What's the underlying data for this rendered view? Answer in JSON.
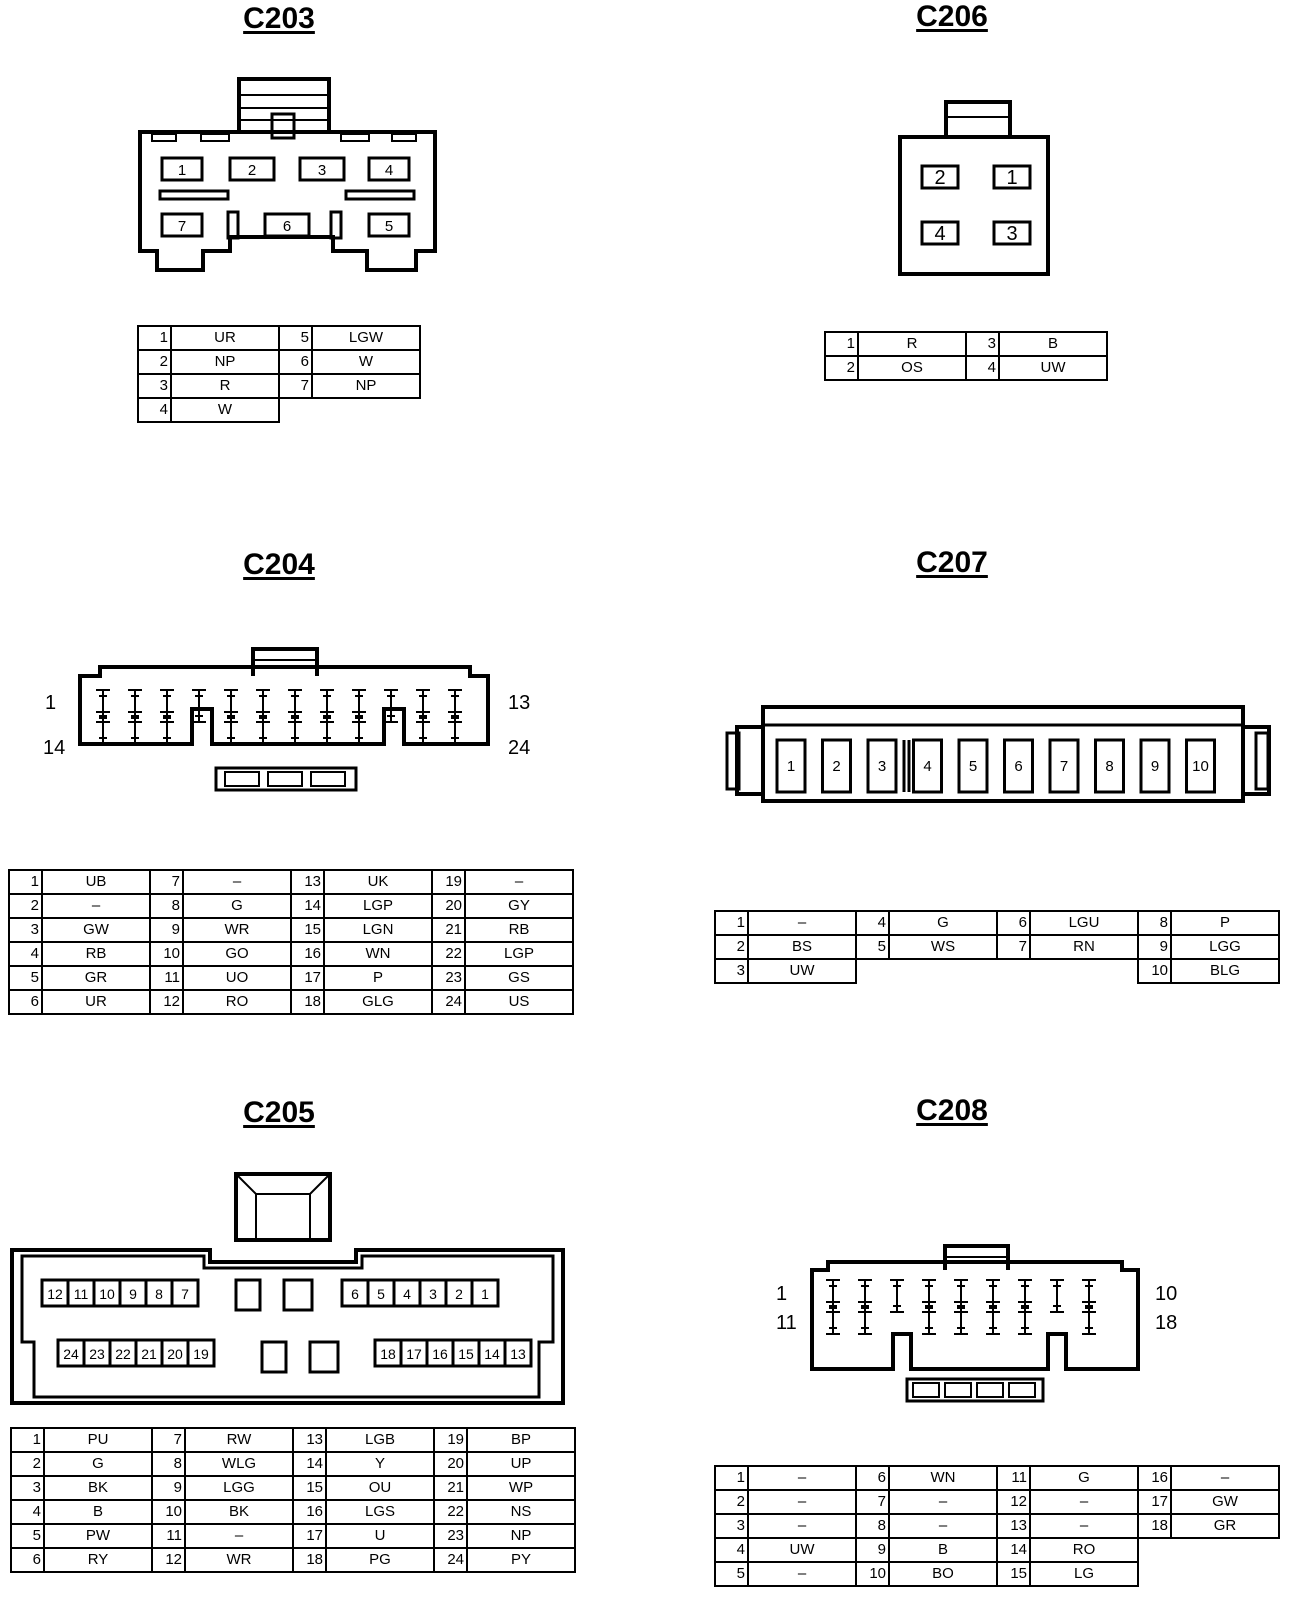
{
  "connectors": {
    "c203": {
      "title": "C203",
      "pins": [
        [
          "1",
          "UR",
          "5",
          "LGW"
        ],
        [
          "2",
          "NP",
          "6",
          "W"
        ],
        [
          "3",
          "R",
          "7",
          "NP"
        ],
        [
          "4",
          "W",
          "",
          ""
        ]
      ],
      "face": [
        "1",
        "2",
        "3",
        "4",
        "7",
        "6",
        "5"
      ]
    },
    "c206": {
      "title": "C206",
      "pins": [
        [
          "1",
          "R",
          "3",
          "B"
        ],
        [
          "2",
          "OS",
          "4",
          "UW"
        ]
      ],
      "face": [
        "2",
        "1",
        "4",
        "3"
      ]
    },
    "c204": {
      "title": "C204",
      "side": [
        "1",
        "14",
        "13",
        "24"
      ],
      "pins": [
        [
          "1",
          "UB",
          "7",
          "–",
          "13",
          "UK",
          "19",
          "–"
        ],
        [
          "2",
          "–",
          "8",
          "G",
          "14",
          "LGP",
          "20",
          "GY"
        ],
        [
          "3",
          "GW",
          "9",
          "WR",
          "15",
          "LGN",
          "21",
          "RB"
        ],
        [
          "4",
          "RB",
          "10",
          "GO",
          "16",
          "WN",
          "22",
          "LGP"
        ],
        [
          "5",
          "GR",
          "11",
          "UO",
          "17",
          "P",
          "23",
          "GS"
        ],
        [
          "6",
          "UR",
          "12",
          "RO",
          "18",
          "GLG",
          "24",
          "US"
        ]
      ]
    },
    "c207": {
      "title": "C207",
      "face": [
        "1",
        "2",
        "3",
        "4",
        "5",
        "6",
        "7",
        "8",
        "9",
        "10"
      ],
      "pins": [
        [
          "1",
          "–",
          "4",
          "G",
          "6",
          "LGU",
          "8",
          "P"
        ],
        [
          "2",
          "BS",
          "5",
          "WS",
          "7",
          "RN",
          "9",
          "LGG"
        ],
        [
          "3",
          "UW",
          "",
          "",
          "",
          "",
          "10",
          "BLG"
        ]
      ]
    },
    "c205": {
      "title": "C205",
      "face_top_left": [
        "12",
        "11",
        "10",
        "9",
        "8",
        "7"
      ],
      "face_top_right": [
        "6",
        "5",
        "4",
        "3",
        "2",
        "1"
      ],
      "face_bottom_left": [
        "24",
        "23",
        "22",
        "21",
        "20",
        "19"
      ],
      "face_bottom_right": [
        "18",
        "17",
        "16",
        "15",
        "14",
        "13"
      ],
      "pins": [
        [
          "1",
          "PU",
          "7",
          "RW",
          "13",
          "LGB",
          "19",
          "BP"
        ],
        [
          "2",
          "G",
          "8",
          "WLG",
          "14",
          "Y",
          "20",
          "UP"
        ],
        [
          "3",
          "BK",
          "9",
          "LGG",
          "15",
          "OU",
          "21",
          "WP"
        ],
        [
          "4",
          "B",
          "10",
          "BK",
          "16",
          "LGS",
          "22",
          "NS"
        ],
        [
          "5",
          "PW",
          "11",
          "–",
          "17",
          "U",
          "23",
          "NP"
        ],
        [
          "6",
          "RY",
          "12",
          "WR",
          "18",
          "PG",
          "24",
          "PY"
        ]
      ]
    },
    "c208": {
      "title": "C208",
      "side": [
        "1",
        "11",
        "10",
        "18"
      ],
      "pins": [
        [
          "1",
          "–",
          "6",
          "WN",
          "11",
          "G",
          "16",
          "–"
        ],
        [
          "2",
          "–",
          "7",
          "–",
          "12",
          "–",
          "17",
          "GW"
        ],
        [
          "3",
          "–",
          "8",
          "–",
          "13",
          "–",
          "18",
          "GR"
        ],
        [
          "4",
          "UW",
          "9",
          "B",
          "14",
          "RO",
          "",
          ""
        ],
        [
          "5",
          "–",
          "10",
          "BO",
          "15",
          "LG",
          "",
          ""
        ]
      ]
    }
  }
}
